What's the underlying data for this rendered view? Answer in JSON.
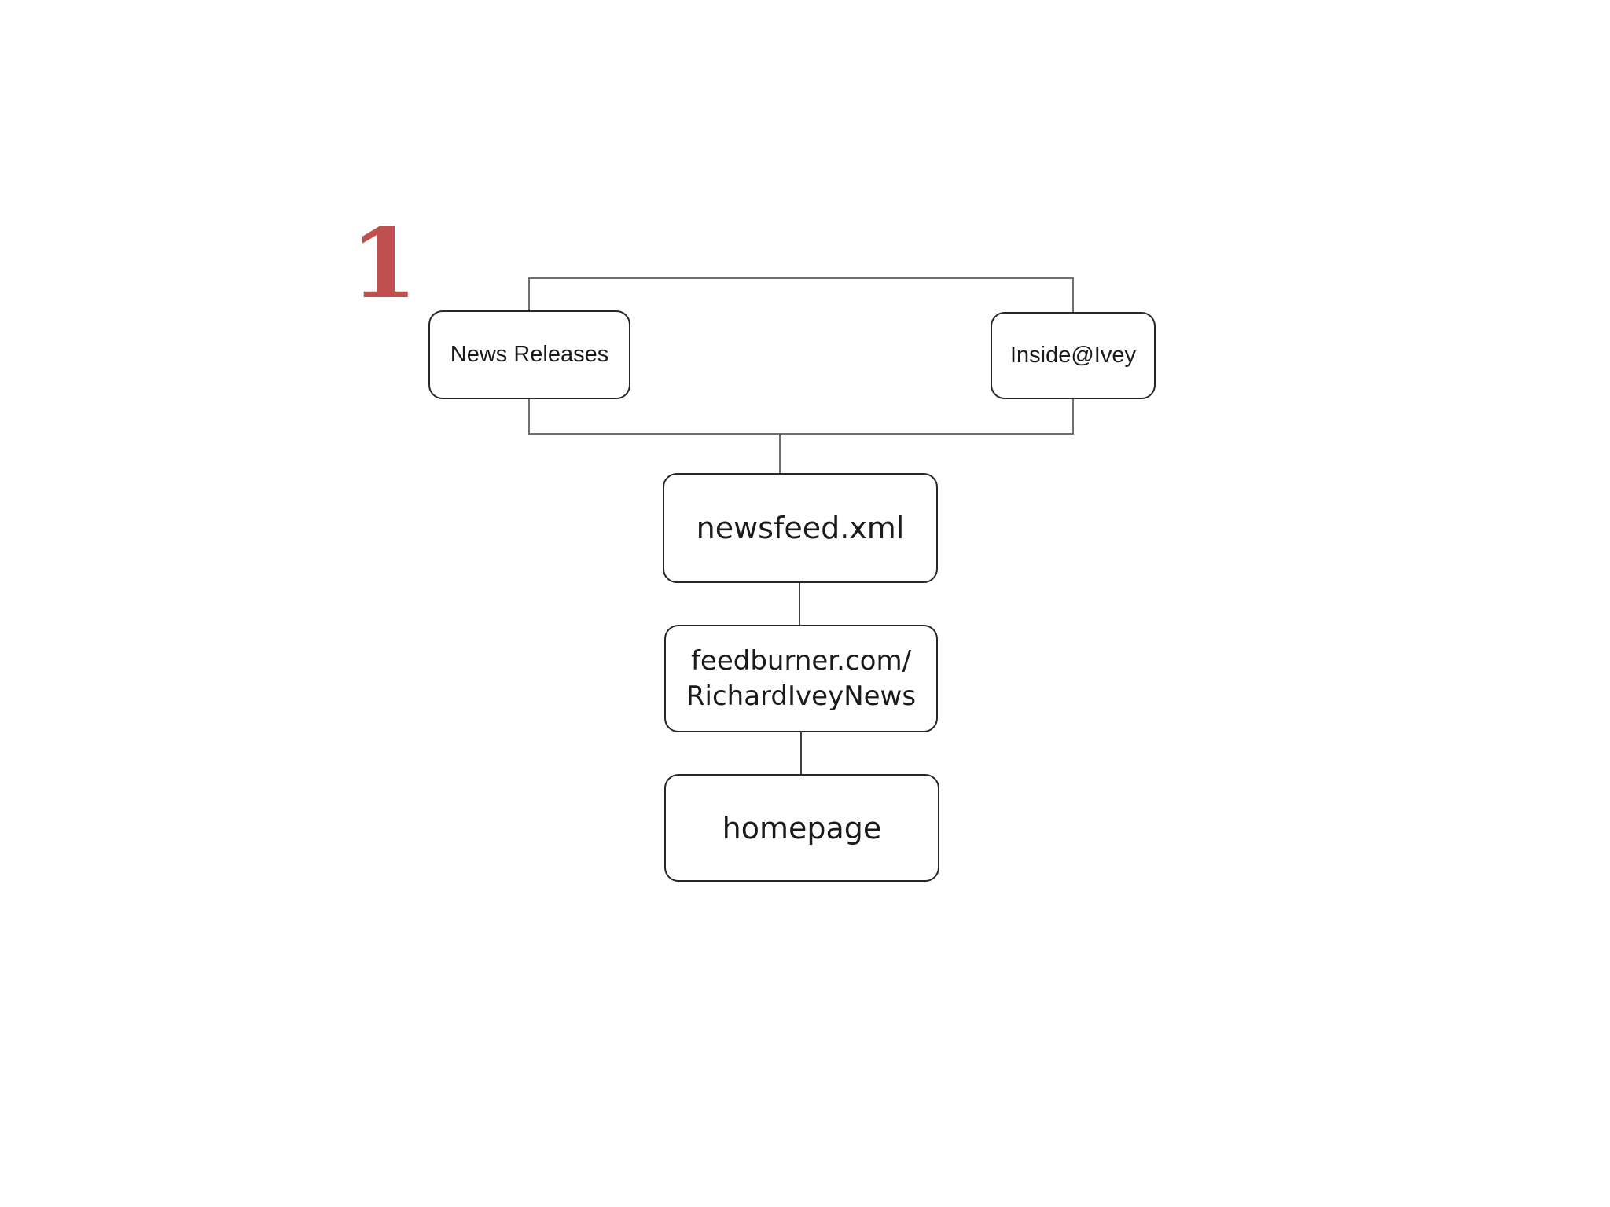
{
  "slide": {
    "background": "#ffffff",
    "marker": {
      "text": "1",
      "color": "#c0504d"
    }
  },
  "diagram": {
    "type": "flowchart",
    "nodes": {
      "news_releases": {
        "label": "News Releases"
      },
      "inside_ivey": {
        "label": "Inside@Ivey"
      },
      "newsfeed": {
        "label": "newsfeed.xml"
      },
      "feedburner": {
        "line1": "feedburner.com/",
        "line2": "RichardIveyNews"
      },
      "homepage": {
        "label": "homepage"
      }
    },
    "edges": [
      {
        "from": "news_releases",
        "to": "inside_ivey",
        "style": "top-bracket"
      },
      {
        "from": "news_releases",
        "to": "newsfeed",
        "style": "bottom-bracket"
      },
      {
        "from": "inside_ivey",
        "to": "newsfeed",
        "style": "bottom-bracket"
      },
      {
        "from": "newsfeed",
        "to": "feedburner",
        "style": "vertical"
      },
      {
        "from": "feedburner",
        "to": "homepage",
        "style": "vertical"
      }
    ],
    "colors": {
      "node_border": "#262626",
      "node_text": "#1a1a1a",
      "bracket_line": "#6f6f6f",
      "connector_line": "#3f3f3f"
    }
  }
}
